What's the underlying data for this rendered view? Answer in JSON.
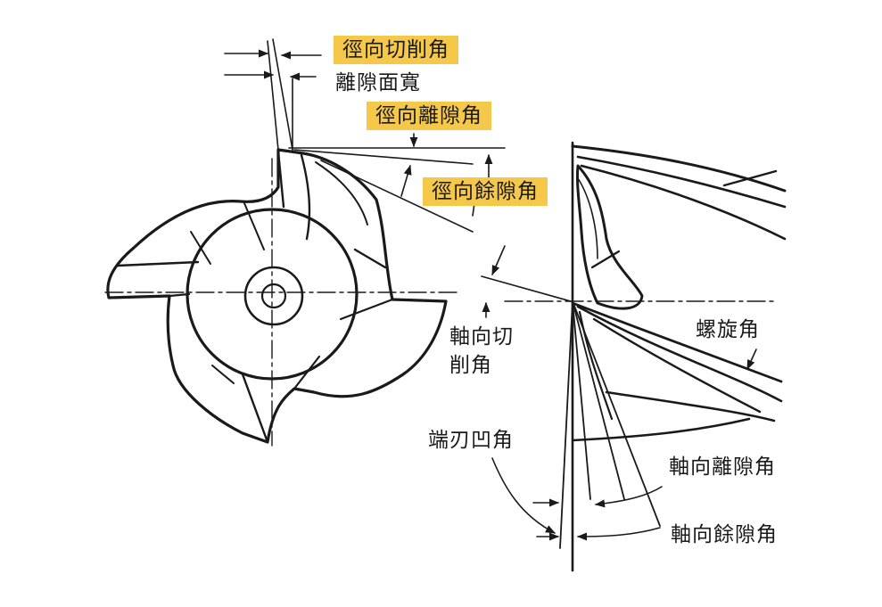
{
  "labels": {
    "radial_rake_angle": "徑向切削角",
    "land_width": "離隙面寬",
    "radial_primary_clearance_angle": "徑向離隙角",
    "radial_secondary_clearance_angle": "徑向餘隙角",
    "axial_rake_angle_line1": "軸向切",
    "axial_rake_angle_line2": "削角",
    "helix_angle": "螺旋角",
    "end_concavity_angle": "端刃凹角",
    "axial_primary_clearance_angle": "軸向離隙角",
    "axial_secondary_clearance_angle": "軸向餘隙角"
  },
  "colors": {
    "highlight": "#f6c84a",
    "line": "#1a1a1a"
  }
}
